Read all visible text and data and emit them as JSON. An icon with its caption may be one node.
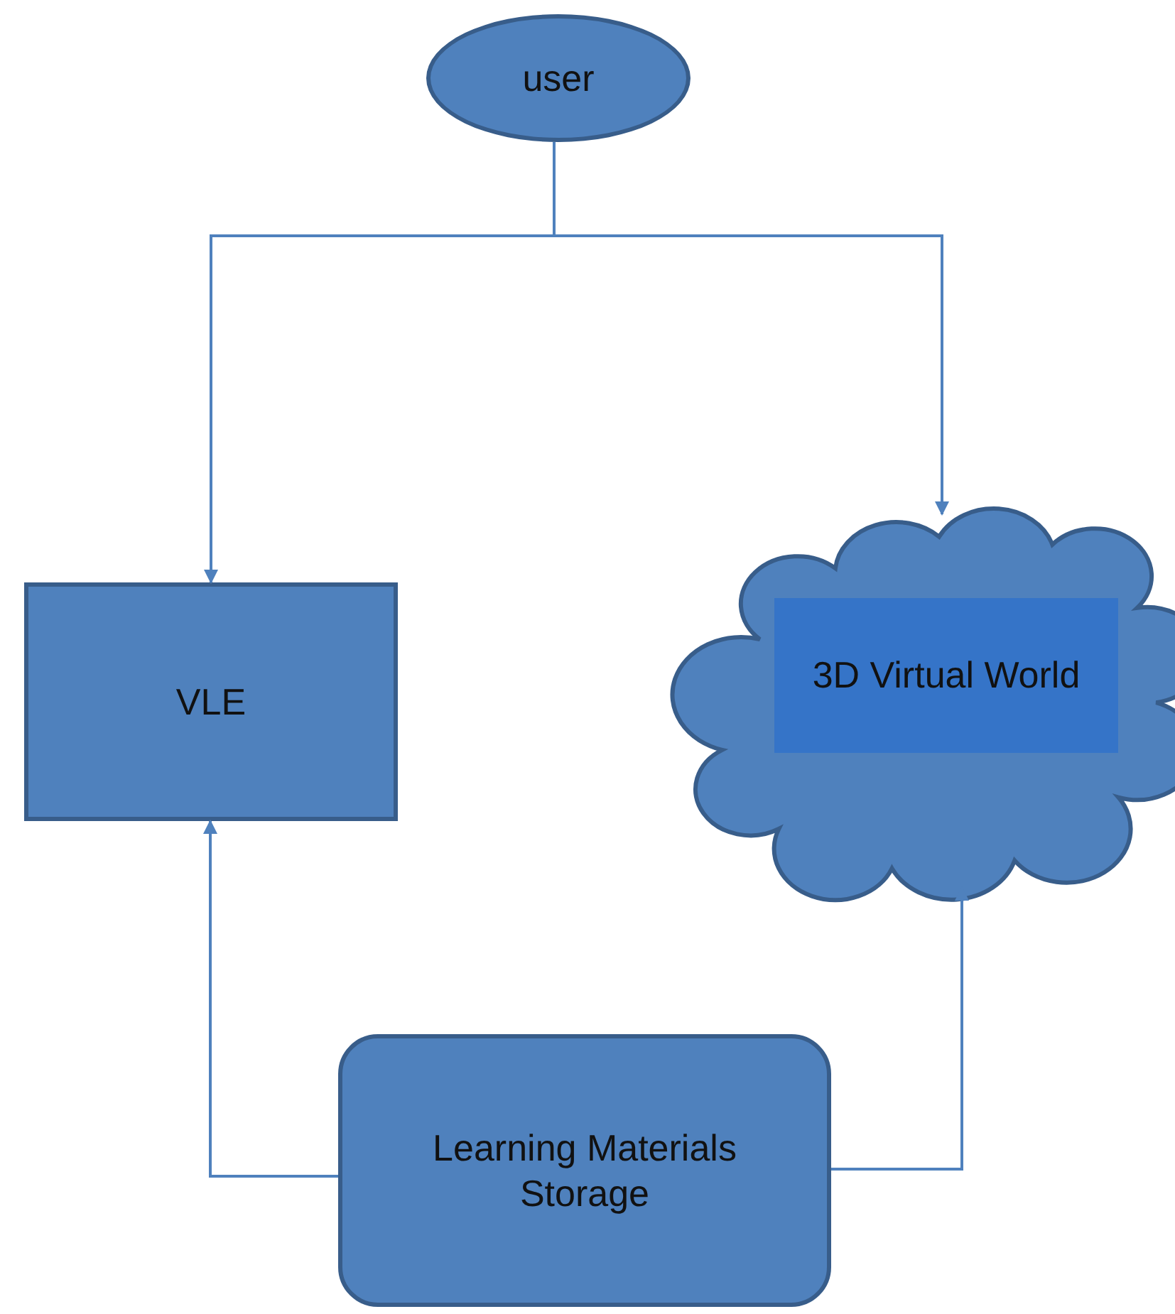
{
  "diagram": {
    "nodes": [
      {
        "text": [
          "user"
        ]
      },
      {
        "text": [
          "VLE"
        ]
      },
      {
        "text": [],
        "shape": "cloud"
      },
      {
        "text": [
          "3D Virtual World"
        ],
        "in": 2
      },
      {
        "text": [
          "Learning Materials Storage"
        ]
      }
    ],
    "edges": [
      {
        "from": 0,
        "to": 1,
        "arrow": "to"
      },
      {
        "from": 0,
        "to": 2,
        "arrow": "to"
      },
      {
        "from": 4,
        "to": 1,
        "arrow": "to"
      },
      {
        "from": 4,
        "to": 2,
        "arrow": "to"
      }
    ]
  }
}
